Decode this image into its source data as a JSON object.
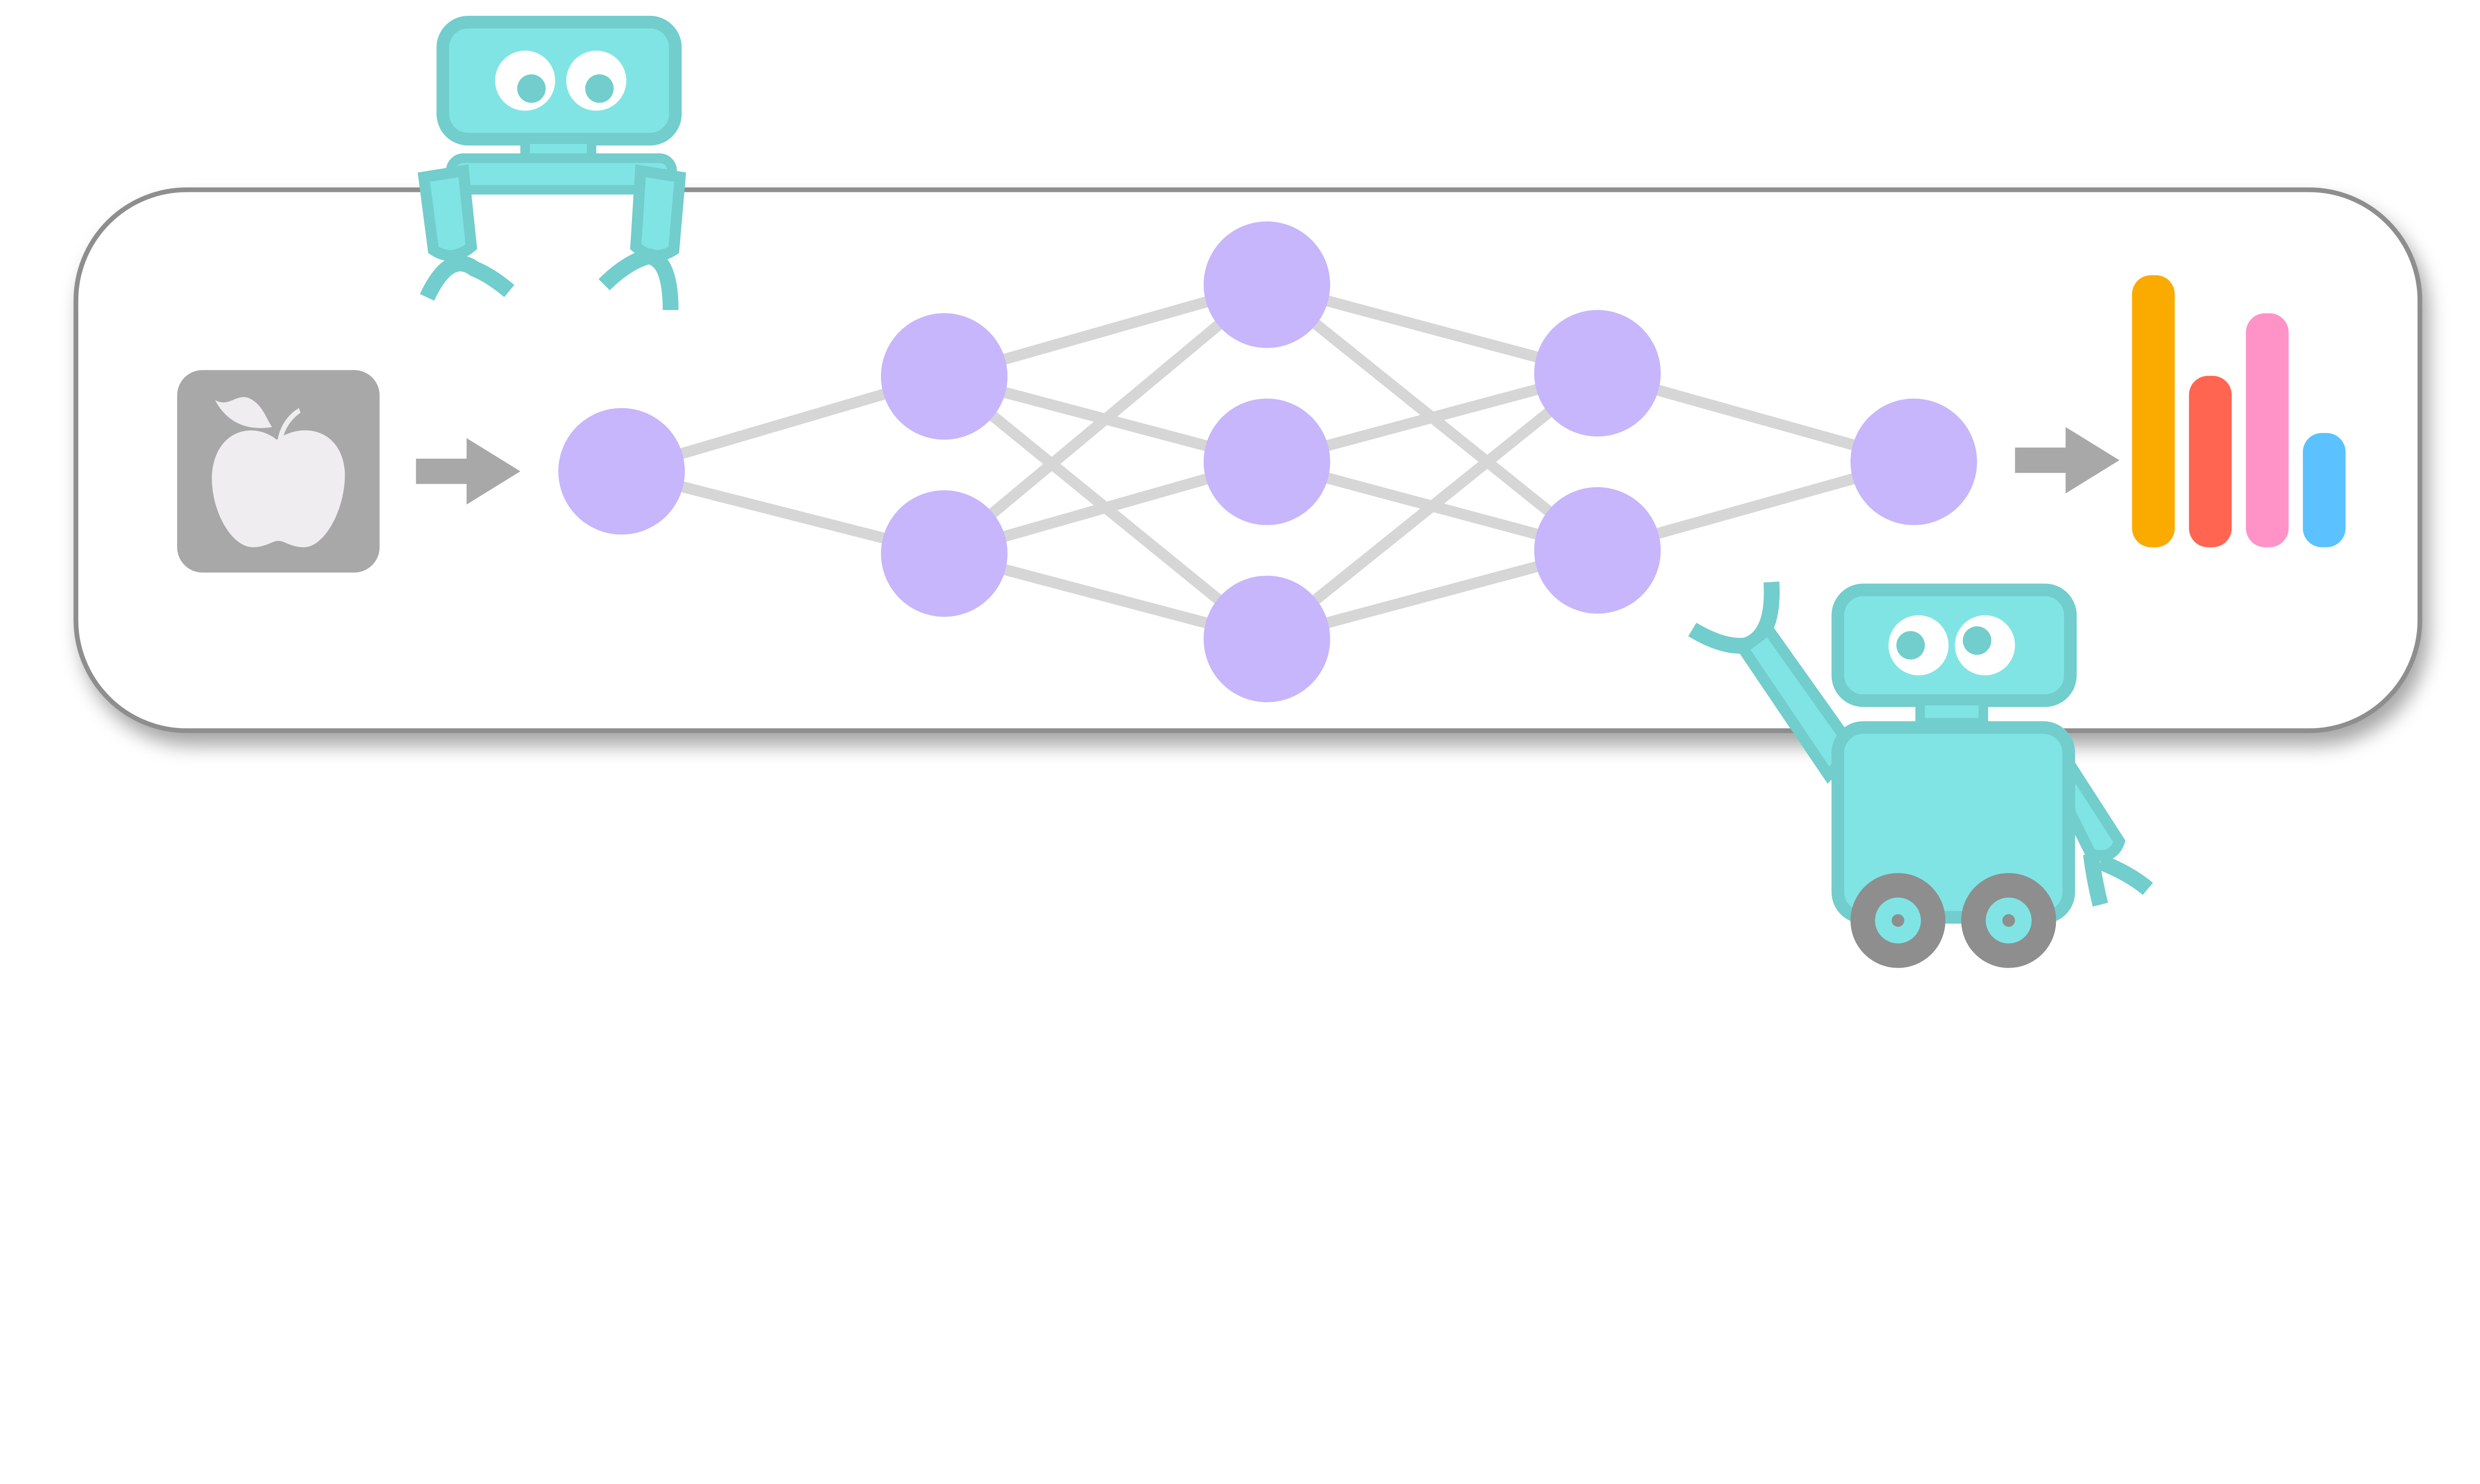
{
  "network": {
    "layer_sizes": [
      1,
      2,
      3,
      2,
      1
    ]
  },
  "output_bars": {
    "levels": [
      1.0,
      0.63,
      0.86,
      0.42
    ],
    "colors": [
      "#FBAA00",
      "#FF6551",
      "#FF93C8",
      "#5BC2FF"
    ]
  },
  "colors": {
    "node": "#C7B6FB",
    "edge": "#D6D6D6",
    "arrow": "#A8A8A8",
    "input_tile": "#A8A8A8",
    "apple": "#EFEDF0",
    "robot_body": "#80E4E4",
    "robot_outline": "#72CDCD",
    "wheel": "#8E8E8E",
    "panel_border": "#8E8E8E"
  },
  "icons": {
    "input": "apple-icon",
    "arrows": "arrow-right-icon",
    "robots": "robot-icon"
  }
}
